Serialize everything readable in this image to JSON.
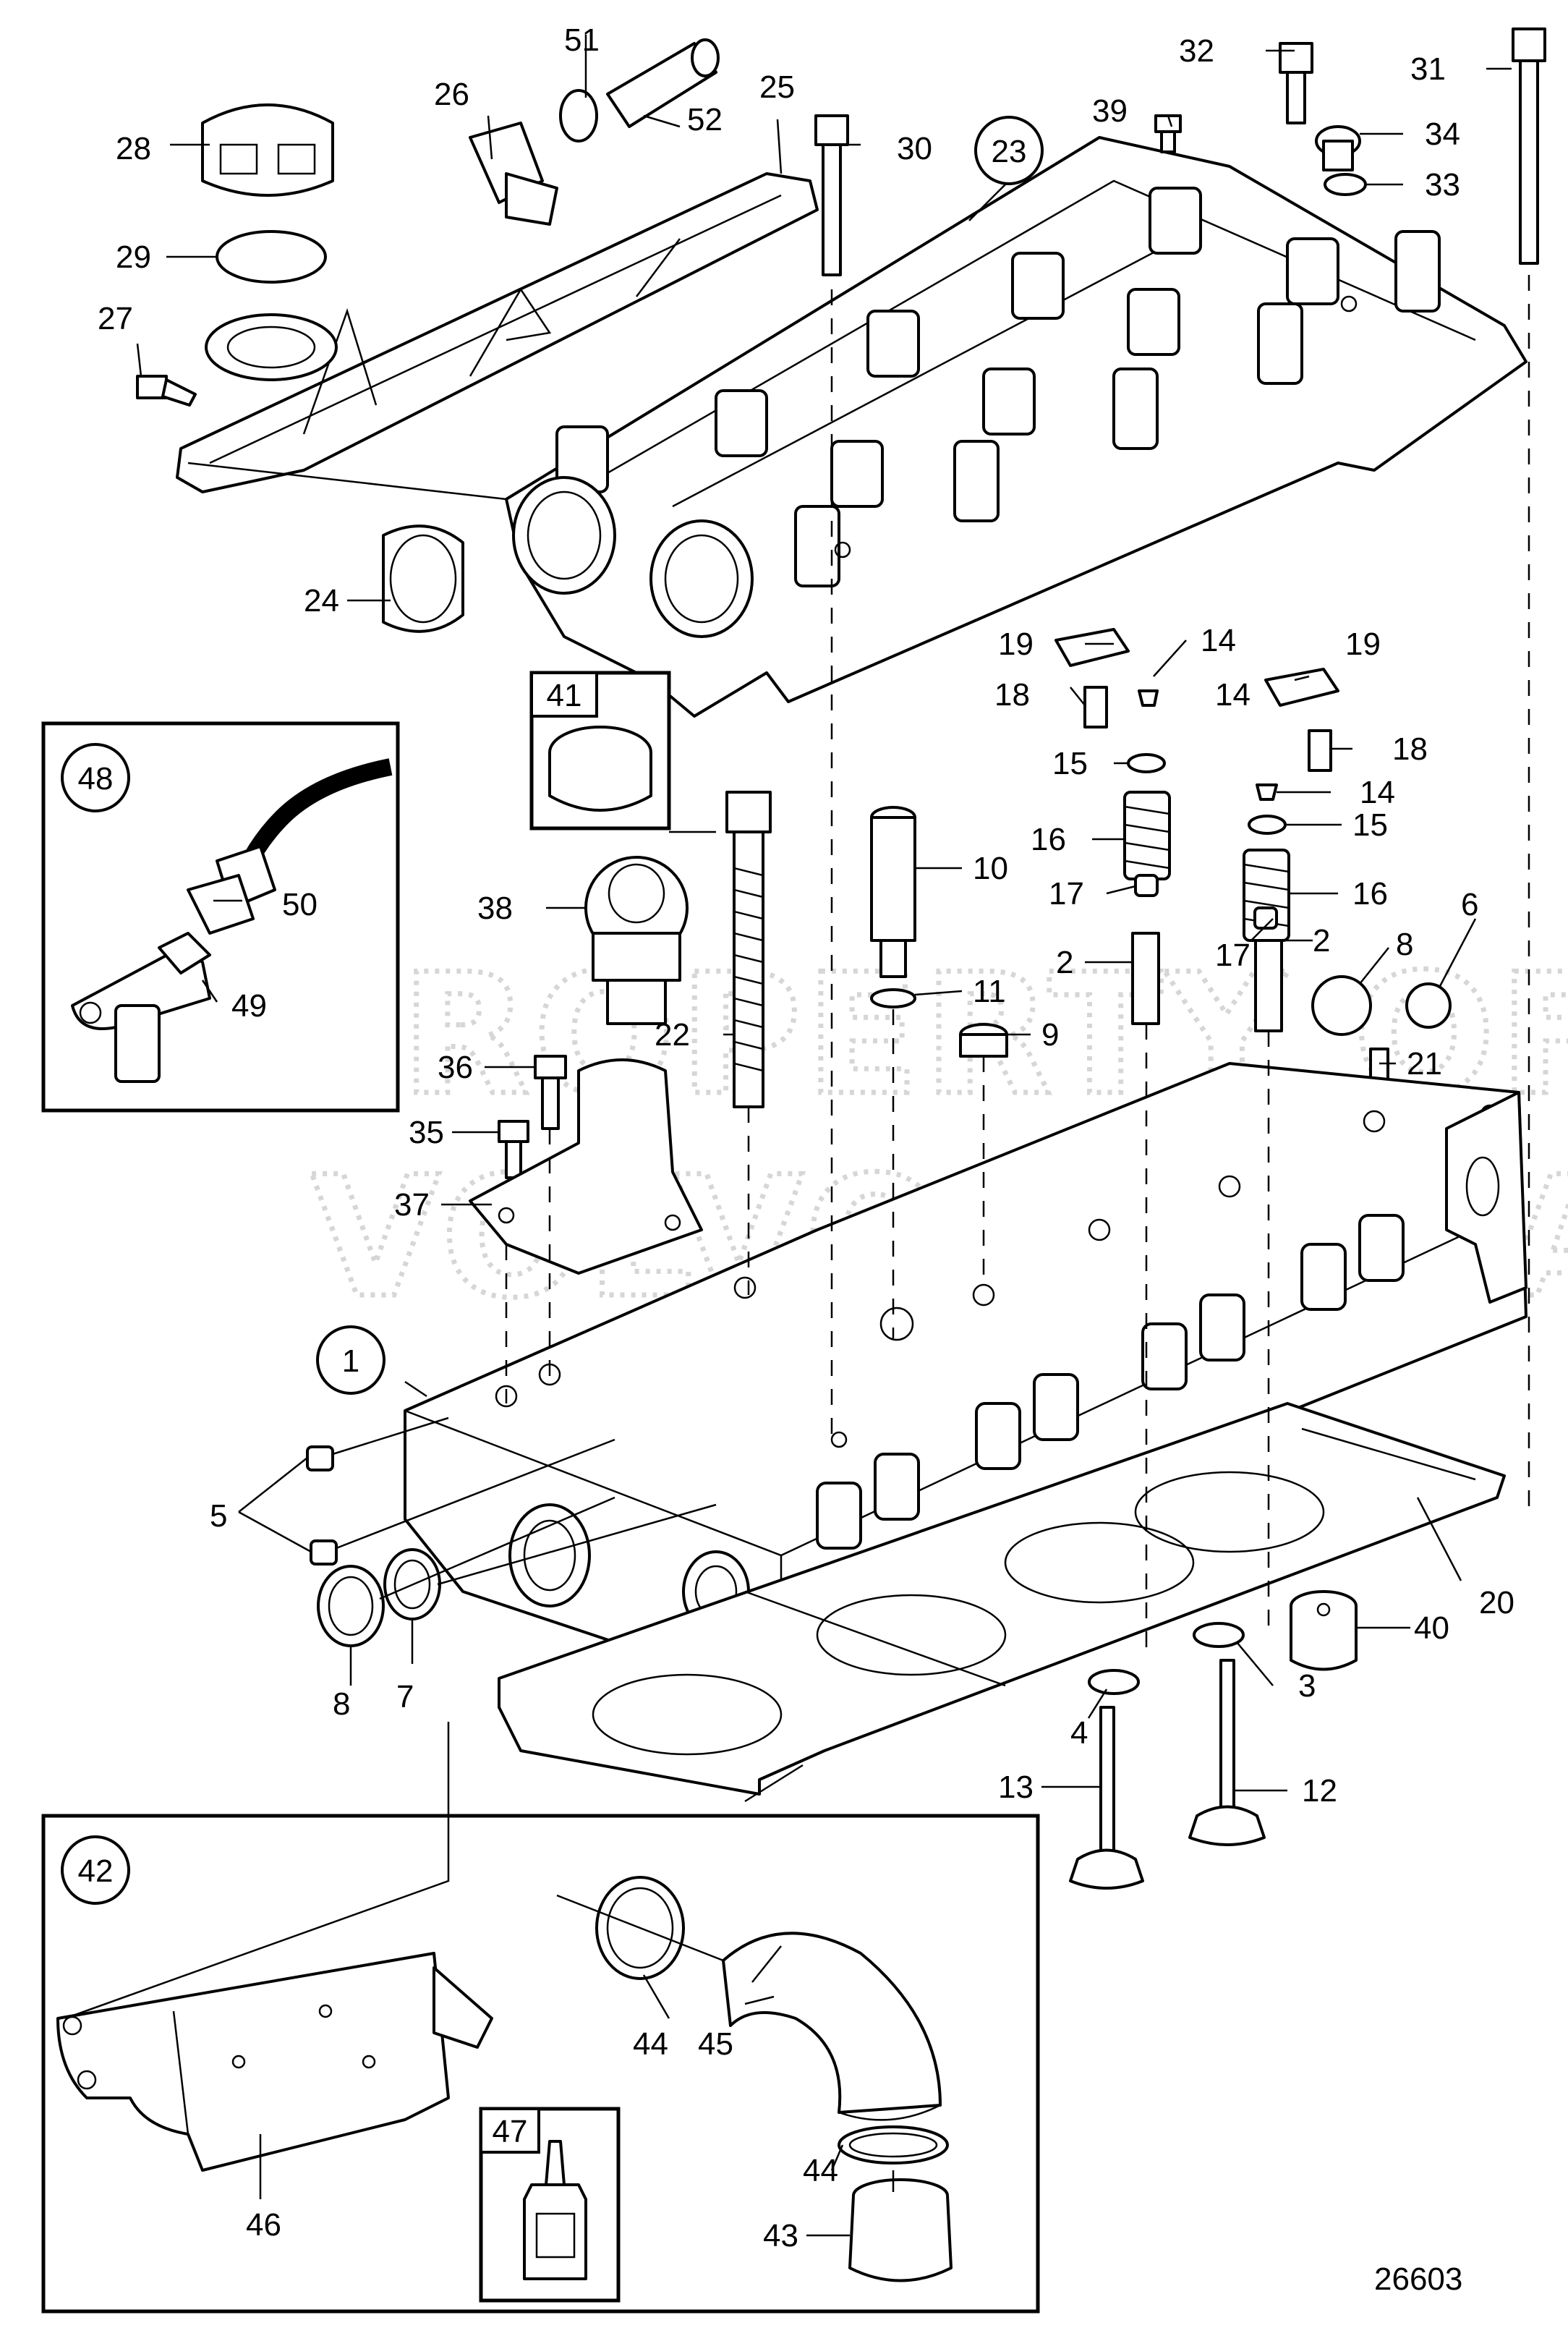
{
  "figure": {
    "reference_number": "26603",
    "watermark": [
      "PROPERTY OF",
      "VOLVO PENTA"
    ]
  },
  "callouts": {
    "circled": [
      "23",
      "41",
      "48",
      "1",
      "42",
      "47"
    ],
    "plain": [
      "51",
      "52",
      "26",
      "25",
      "28",
      "29",
      "27",
      "24",
      "30",
      "39",
      "32",
      "31",
      "34",
      "33",
      "19",
      "14",
      "18",
      "15",
      "16",
      "17",
      "2",
      "10",
      "11",
      "9",
      "22",
      "38",
      "36",
      "35",
      "37",
      "50",
      "49",
      "6",
      "8",
      "21",
      "5",
      "7",
      "20",
      "40",
      "3",
      "4",
      "13",
      "12",
      "44",
      "45",
      "46",
      "43"
    ]
  },
  "groups": {
    "sensor_kit": "48",
    "sleeve_kit": "41",
    "bracket_kit": "42",
    "sealant": "47"
  }
}
